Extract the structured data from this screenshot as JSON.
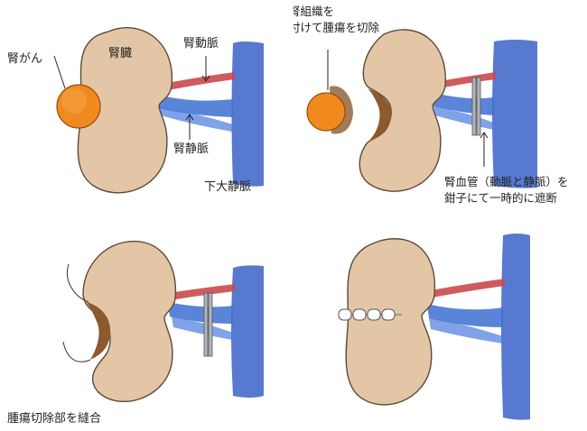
{
  "panels": {
    "p1": {
      "labels": {
        "kidney": "腎臓",
        "renal_artery": "腎動脈",
        "kidney_cancer": "腎がん",
        "renal_vein": "腎静脈",
        "ivc": "下大静脈"
      }
    },
    "p2": {
      "caption": {
        "line1": "正常腎組織を",
        "line2": "少し付けて腫瘍を切除"
      },
      "clamp_note": {
        "line1": "腎血管（動脈と静脈）を",
        "line2": "鉗子にて一時的に遮断"
      }
    },
    "p3": {
      "caption": "腫瘍切除部を縫合"
    }
  },
  "colors": {
    "kidney_fill": "#e3c6a6",
    "kidney_stroke": "#5e4a3a",
    "artery": "#c94a4e",
    "vein": "#3d6fd0",
    "ivc": "#3a62c8",
    "tumor": "#f08a1e",
    "cut_cavity": "#8c5a2e",
    "clamp": "#b0b4bb"
  }
}
